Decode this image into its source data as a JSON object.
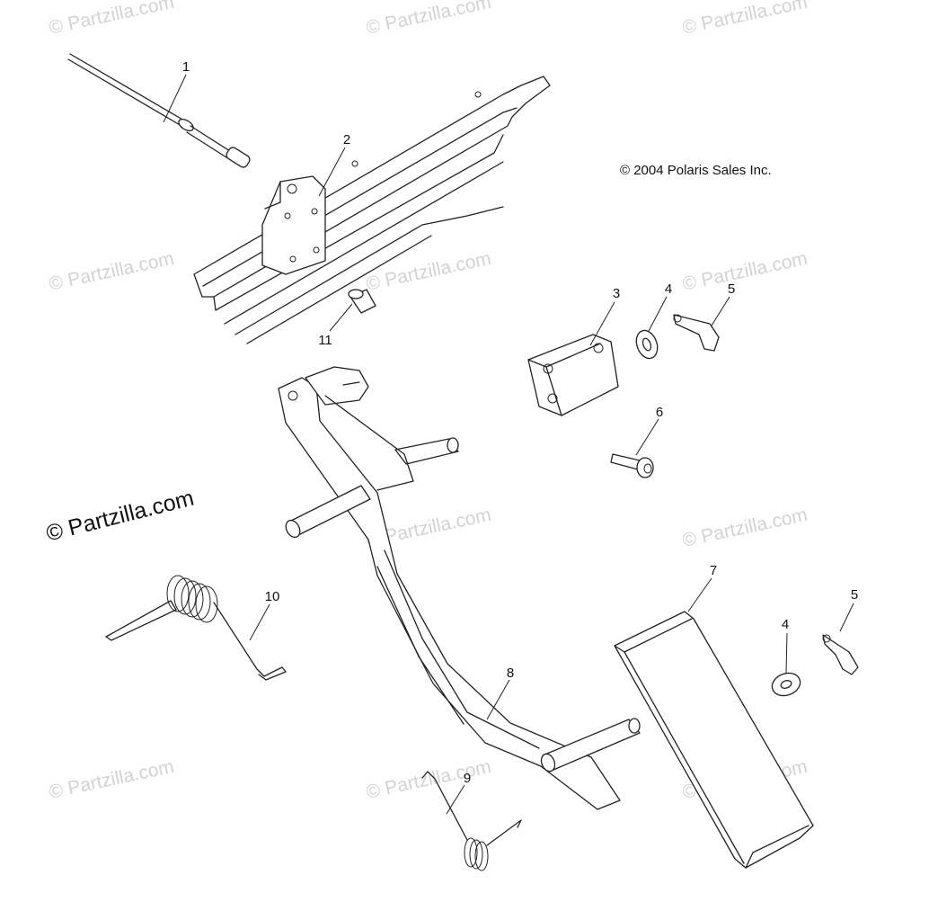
{
  "copyright": "© 2004 Polaris Sales Inc.",
  "watermark_main": "© Partzilla.com",
  "watermark": "© Partzilla.com",
  "callouts": [
    {
      "num": "1",
      "part": "cable"
    },
    {
      "num": "2",
      "part": "bracket"
    },
    {
      "num": "3",
      "part": "block"
    },
    {
      "num": "4",
      "part": "washer"
    },
    {
      "num": "5",
      "part": "clip"
    },
    {
      "num": "6",
      "part": "bolt"
    },
    {
      "num": "4",
      "part": "washer"
    },
    {
      "num": "5",
      "part": "clip"
    },
    {
      "num": "7",
      "part": "pedal-pad"
    },
    {
      "num": "8",
      "part": "pedal-arm"
    },
    {
      "num": "9",
      "part": "torsion-spring-small"
    },
    {
      "num": "10",
      "part": "torsion-spring-large"
    },
    {
      "num": "11",
      "part": "bushing"
    }
  ]
}
